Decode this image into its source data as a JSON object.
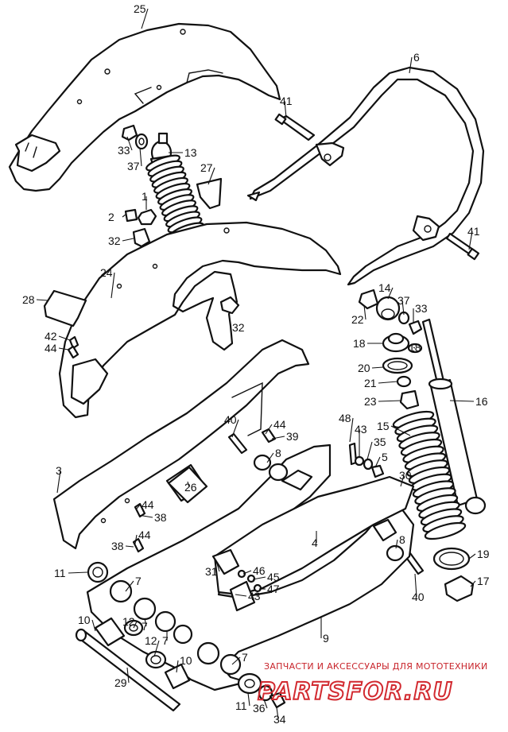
{
  "colors": {
    "line": "#111111",
    "background": "#ffffff",
    "watermark": "#d22a30"
  },
  "watermark": {
    "caption": "ЗАПЧАСТИ И АКСЕССУАРЫ ДЛЯ МОТОТЕХНИКИ",
    "brand": "PARTSFOR.RU"
  },
  "callouts": [
    {
      "id": "c25",
      "n": "25"
    },
    {
      "id": "c6",
      "n": "6"
    },
    {
      "id": "c41a",
      "n": "41"
    },
    {
      "id": "c41b",
      "n": "41"
    },
    {
      "id": "c33a",
      "n": "33"
    },
    {
      "id": "c13",
      "n": "13"
    },
    {
      "id": "c37a",
      "n": "37"
    },
    {
      "id": "c27",
      "n": "27"
    },
    {
      "id": "c1",
      "n": "1"
    },
    {
      "id": "c2",
      "n": "2"
    },
    {
      "id": "c32a",
      "n": "32"
    },
    {
      "id": "c24",
      "n": "24"
    },
    {
      "id": "c28",
      "n": "28"
    },
    {
      "id": "c42",
      "n": "42"
    },
    {
      "id": "c44a",
      "n": "44"
    },
    {
      "id": "c32b",
      "n": "32"
    },
    {
      "id": "c14",
      "n": "14"
    },
    {
      "id": "c37b",
      "n": "37"
    },
    {
      "id": "c33b",
      "n": "33"
    },
    {
      "id": "c22",
      "n": "22"
    },
    {
      "id": "c18a",
      "n": "18"
    },
    {
      "id": "c18b",
      "n": "18"
    },
    {
      "id": "c20",
      "n": "20"
    },
    {
      "id": "c21",
      "n": "21"
    },
    {
      "id": "c23",
      "n": "23"
    },
    {
      "id": "c16",
      "n": "16"
    },
    {
      "id": "c15",
      "n": "15"
    },
    {
      "id": "c48",
      "n": "48"
    },
    {
      "id": "c43a",
      "n": "43"
    },
    {
      "id": "c35",
      "n": "35"
    },
    {
      "id": "c5",
      "n": "5"
    },
    {
      "id": "c30",
      "n": "30"
    },
    {
      "id": "c40a",
      "n": "40"
    },
    {
      "id": "c44b",
      "n": "44"
    },
    {
      "id": "c39",
      "n": "39"
    },
    {
      "id": "c8a",
      "n": "8"
    },
    {
      "id": "c3",
      "n": "3"
    },
    {
      "id": "c26",
      "n": "26"
    },
    {
      "id": "c44c",
      "n": "44"
    },
    {
      "id": "c38a",
      "n": "38"
    },
    {
      "id": "c44d",
      "n": "44"
    },
    {
      "id": "c38b",
      "n": "38"
    },
    {
      "id": "c4",
      "n": "4"
    },
    {
      "id": "c8b",
      "n": "8"
    },
    {
      "id": "c19",
      "n": "19"
    },
    {
      "id": "c17",
      "n": "17"
    },
    {
      "id": "c11a",
      "n": "11"
    },
    {
      "id": "c7a",
      "n": "7"
    },
    {
      "id": "c31",
      "n": "31"
    },
    {
      "id": "c46",
      "n": "46"
    },
    {
      "id": "c45",
      "n": "45"
    },
    {
      "id": "c47",
      "n": "47"
    },
    {
      "id": "c43b",
      "n": "43"
    },
    {
      "id": "c40b",
      "n": "40"
    },
    {
      "id": "c10a",
      "n": "10"
    },
    {
      "id": "c12a",
      "n": "12"
    },
    {
      "id": "c7b",
      "n": "7"
    },
    {
      "id": "c12b",
      "n": "12"
    },
    {
      "id": "c7c",
      "n": "7"
    },
    {
      "id": "c10b",
      "n": "10"
    },
    {
      "id": "c9",
      "n": "9"
    },
    {
      "id": "c7d",
      "n": "7"
    },
    {
      "id": "c29",
      "n": "29"
    },
    {
      "id": "c11b",
      "n": "11"
    },
    {
      "id": "c36",
      "n": "36"
    },
    {
      "id": "c34",
      "n": "34"
    }
  ]
}
